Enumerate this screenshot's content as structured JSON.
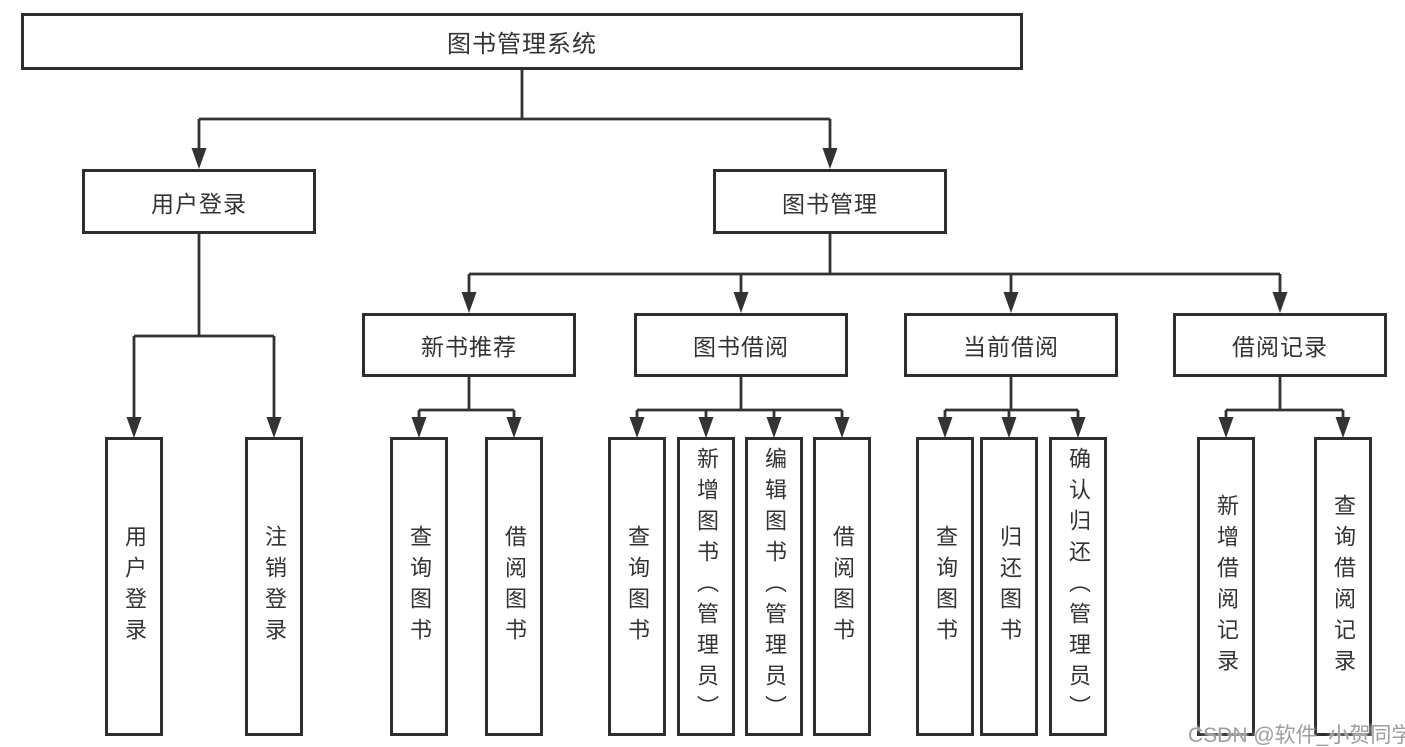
{
  "diagram": {
    "root": {
      "label": "图书管理系统"
    },
    "branches": [
      {
        "label": "用户登录",
        "leaves": [
          {
            "label": "用户登录"
          },
          {
            "label": "注销登录"
          }
        ]
      },
      {
        "label": "图书管理",
        "groups": [
          {
            "label": "新书推荐",
            "leaves": [
              {
                "label": "查询图书"
              },
              {
                "label": "借阅图书"
              }
            ]
          },
          {
            "label": "图书借阅",
            "leaves": [
              {
                "label": "查询图书"
              },
              {
                "label": "新增图书（管理员）"
              },
              {
                "label": "编辑图书（管理员）"
              },
              {
                "label": "借阅图书"
              }
            ]
          },
          {
            "label": "当前借阅",
            "leaves": [
              {
                "label": "查询图书"
              },
              {
                "label": "归还图书"
              },
              {
                "label": "确认归还（管理员）"
              }
            ]
          },
          {
            "label": "借阅记录",
            "leaves": [
              {
                "label": "新增借阅记录"
              },
              {
                "label": "查询借阅记录"
              }
            ]
          }
        ]
      }
    ]
  },
  "watermark": {
    "text": "CSDN @软件_小贺同学"
  },
  "colors": {
    "line": "#333333",
    "box_border": "#2e2e2e",
    "box_fill": "#ffffff",
    "text": "#333333",
    "watermark": "#9e9e9e",
    "background": "#ffffff"
  }
}
